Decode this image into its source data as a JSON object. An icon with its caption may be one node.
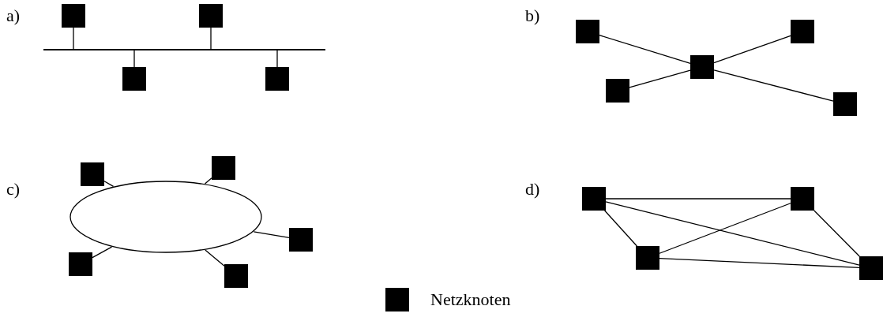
{
  "diagram": {
    "nodes": [
      {
        "text": [],
        "shape": "bar"
      },
      {
        "text": [],
        "shape": "box"
      },
      {
        "text": [],
        "shape": "box"
      },
      {
        "text": [],
        "shape": "box"
      },
      {
        "text": [],
        "shape": "box"
      },
      {
        "text": [],
        "shape": "box"
      },
      {
        "text": [],
        "shape": "box"
      },
      {
        "text": [],
        "shape": "box"
      },
      {
        "text": [],
        "shape": "box"
      },
      {
        "text": [],
        "shape": "box"
      },
      {
        "text": [],
        "shape": "ellipse"
      },
      {
        "text": [],
        "shape": "box"
      },
      {
        "text": [],
        "shape": "box"
      },
      {
        "text": [],
        "shape": "box"
      },
      {
        "text": [],
        "shape": "box"
      },
      {
        "text": [],
        "shape": "box"
      },
      {
        "text": [],
        "shape": "box"
      },
      {
        "text": [],
        "shape": "box"
      },
      {
        "text": [],
        "shape": "box"
      },
      {
        "text": [],
        "shape": "box"
      }
    ],
    "edges": [
      {
        "from": 1,
        "to": 0,
        "arrow": "none"
      },
      {
        "from": 2,
        "to": 0,
        "arrow": "none"
      },
      {
        "from": 3,
        "to": 0,
        "arrow": "none"
      },
      {
        "from": 4,
        "to": 0,
        "arrow": "none"
      },
      {
        "from": 5,
        "to": 7,
        "arrow": "none"
      },
      {
        "from": 6,
        "to": 7,
        "arrow": "none"
      },
      {
        "from": 8,
        "to": 7,
        "arrow": "none"
      },
      {
        "from": 9,
        "to": 7,
        "arrow": "none"
      },
      {
        "from": 11,
        "to": 10,
        "arrow": "none"
      },
      {
        "from": 12,
        "to": 10,
        "arrow": "none"
      },
      {
        "from": 13,
        "to": 10,
        "arrow": "none"
      },
      {
        "from": 14,
        "to": 10,
        "arrow": "none"
      },
      {
        "from": 15,
        "to": 10,
        "arrow": "none"
      },
      {
        "from": 16,
        "to": 17,
        "arrow": "none"
      },
      {
        "from": 16,
        "to": 18,
        "arrow": "none"
      },
      {
        "from": 16,
        "to": 19,
        "arrow": "none"
      },
      {
        "from": 17,
        "to": 18,
        "arrow": "none"
      },
      {
        "from": 17,
        "to": 19,
        "arrow": "none"
      },
      {
        "from": 18,
        "to": 19,
        "arrow": "none"
      }
    ],
    "labels": [
      "a)",
      "b)",
      "c)",
      "d)"
    ],
    "legend": [
      {
        "text": "Netzknoten",
        "color": "#000000"
      }
    ]
  }
}
